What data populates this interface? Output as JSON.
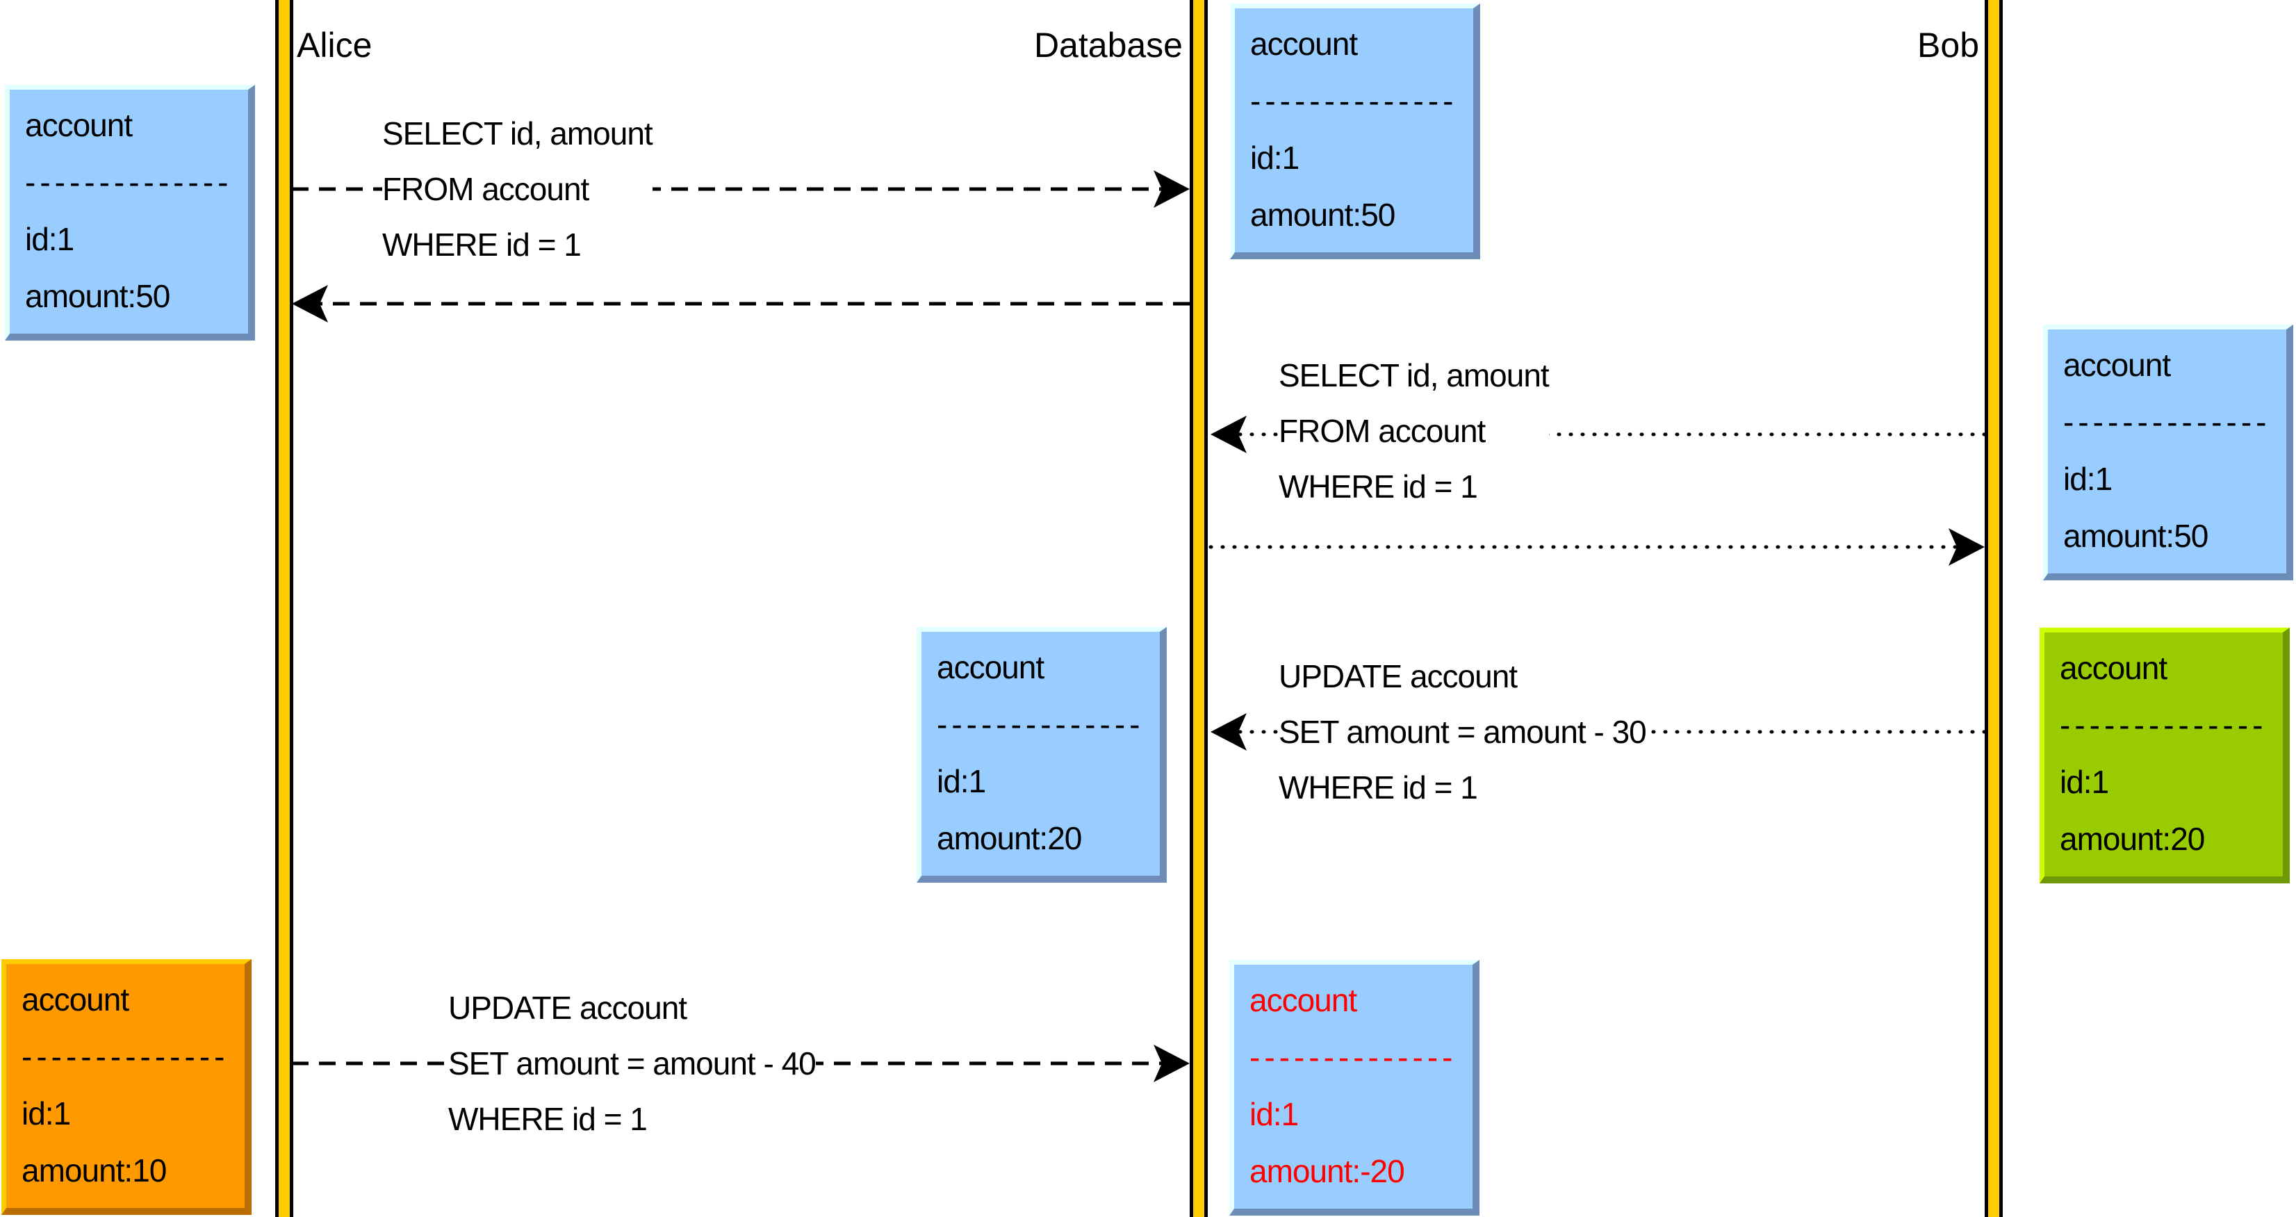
{
  "actors": [
    {
      "name": "Alice"
    },
    {
      "name": "Database"
    },
    {
      "name": "Bob"
    }
  ],
  "messages": {
    "select_alice": {
      "lines": [
        "SELECT id, amount",
        "FROM account",
        "WHERE id = 1"
      ]
    },
    "select_bob": {
      "lines": [
        "SELECT id, amount",
        "FROM account",
        "WHERE id = 1"
      ]
    },
    "update_bob": {
      "lines": [
        "UPDATE account",
        "SET amount = amount - 30",
        "WHERE id = 1"
      ]
    },
    "update_alice": {
      "lines": [
        "UPDATE account",
        "SET amount = amount - 40",
        "WHERE id = 1"
      ]
    }
  },
  "records": [
    {
      "title": "account",
      "separator": "--------------",
      "id": "id:1",
      "amount": "amount:50",
      "color": "#99ccff"
    },
    {
      "title": "account",
      "separator": "--------------",
      "id": "id:1",
      "amount": "amount:50",
      "color": "#99ccff"
    },
    {
      "title": "account",
      "separator": "--------------",
      "id": "id:1",
      "amount": "amount:50",
      "color": "#99ccff"
    },
    {
      "title": "account",
      "separator": "--------------",
      "id": "id:1",
      "amount": "amount:20",
      "color": "#99ccff"
    },
    {
      "title": "account",
      "separator": "--------------",
      "id": "id:1",
      "amount": "amount:20",
      "color": "#99cc00"
    },
    {
      "title": "account",
      "separator": "--------------",
      "id": "id:1",
      "amount": "amount:10",
      "color": "#ff9900"
    },
    {
      "title": "account",
      "separator": "--------------",
      "id": "id:1",
      "amount": "amount:-20",
      "color": "#99ccff"
    }
  ],
  "colors": {
    "record_blue": "#99ccff",
    "record_green": "#99cc00",
    "record_orange": "#ff9900",
    "lifeline": "#ffcc00",
    "error_text": "#ff0000",
    "arrow": "#000000"
  }
}
